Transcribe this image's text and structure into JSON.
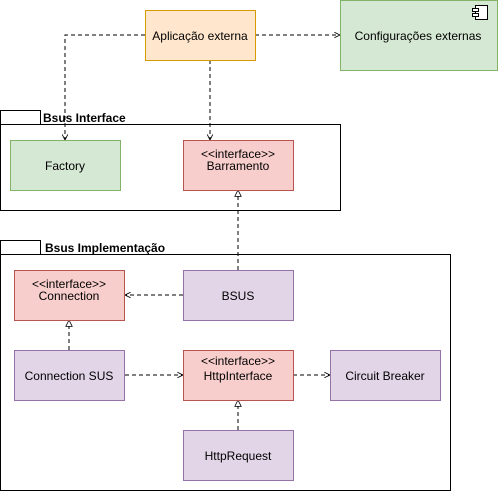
{
  "packages": [
    {
      "id": "pkg-interface",
      "label": "Bsus Interface"
    },
    {
      "id": "pkg-impl",
      "label": "Bsus Implementação"
    }
  ],
  "nodes": [
    {
      "id": "aplicacao-externa",
      "lines": [
        "Aplicação externa"
      ],
      "kind": "external"
    },
    {
      "id": "configuracoes-externas",
      "lines": [
        "Configurações externas"
      ],
      "kind": "component",
      "icon": "component-icon"
    },
    {
      "id": "factory",
      "lines": [
        "Factory"
      ],
      "kind": "class"
    },
    {
      "id": "barramento",
      "lines": [
        "<<interface>>",
        "Barramento"
      ],
      "kind": "interface"
    },
    {
      "id": "connection",
      "lines": [
        "<<interface>>",
        "Connection"
      ],
      "kind": "interface"
    },
    {
      "id": "bsus",
      "lines": [
        "BSUS"
      ],
      "kind": "impl"
    },
    {
      "id": "connection-sus",
      "lines": [
        "Connection SUS"
      ],
      "kind": "impl"
    },
    {
      "id": "http-interface",
      "lines": [
        "<<interface>>",
        "HttpInterface"
      ],
      "kind": "interface"
    },
    {
      "id": "circuit-breaker",
      "lines": [
        "Circuit Breaker"
      ],
      "kind": "impl"
    },
    {
      "id": "http-request",
      "lines": [
        "HttpRequest"
      ],
      "kind": "impl"
    }
  ],
  "edges": [
    {
      "from": "aplicacao-externa",
      "to": "configuracoes-externas",
      "type": "dependency"
    },
    {
      "from": "aplicacao-externa",
      "to": "factory",
      "type": "dependency"
    },
    {
      "from": "aplicacao-externa",
      "to": "barramento",
      "type": "dependency"
    },
    {
      "from": "bsus",
      "to": "barramento",
      "type": "realization"
    },
    {
      "from": "bsus",
      "to": "connection",
      "type": "dependency"
    },
    {
      "from": "connection-sus",
      "to": "connection",
      "type": "realization"
    },
    {
      "from": "connection-sus",
      "to": "http-interface",
      "type": "dependency"
    },
    {
      "from": "http-interface",
      "to": "circuit-breaker",
      "type": "dependency"
    },
    {
      "from": "http-request",
      "to": "http-interface",
      "type": "realization"
    }
  ],
  "colors": {
    "external": {
      "fill": "#ffe6cc",
      "stroke": "#d79b00"
    },
    "component": {
      "fill": "#d5e8d4",
      "stroke": "#82b366"
    },
    "class": {
      "fill": "#d5e8d4",
      "stroke": "#82b366"
    },
    "interface": {
      "fill": "#f8cecc",
      "stroke": "#b85450"
    },
    "impl": {
      "fill": "#e1d5e7",
      "stroke": "#9673a6"
    },
    "line": "#000000"
  }
}
